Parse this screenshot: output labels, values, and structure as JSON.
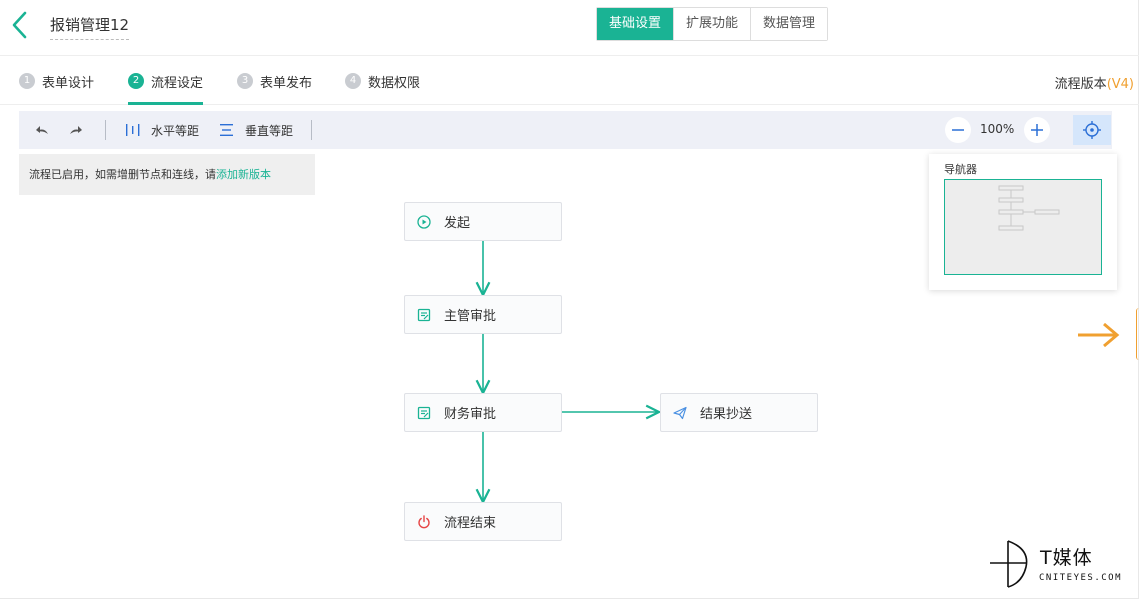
{
  "header": {
    "title": "报销管理12",
    "tabs": [
      {
        "label": "基础设置",
        "active": true
      },
      {
        "label": "扩展功能",
        "active": false
      },
      {
        "label": "数据管理",
        "active": false
      }
    ]
  },
  "steps": [
    {
      "num": "1",
      "label": "表单设计",
      "active": false
    },
    {
      "num": "2",
      "label": "流程设定",
      "active": true
    },
    {
      "num": "3",
      "label": "表单发布",
      "active": false
    },
    {
      "num": "4",
      "label": "数据权限",
      "active": false
    }
  ],
  "version": {
    "label": "流程版本",
    "value": "(V4)"
  },
  "toolbar": {
    "horizontal_label": "水平等距",
    "vertical_label": "垂直等距",
    "zoom": "100%"
  },
  "notice": {
    "text": "流程已启用，如需增删节点和连线，请",
    "link": "添加新版本"
  },
  "navigator": {
    "title": "导航器"
  },
  "flow": {
    "nodes": [
      {
        "id": "start",
        "label": "发起",
        "icon": "play-circle-icon"
      },
      {
        "id": "manager",
        "label": "主管审批",
        "icon": "approval-form-icon"
      },
      {
        "id": "finance",
        "label": "财务审批",
        "icon": "approval-form-icon"
      },
      {
        "id": "cc",
        "label": "结果抄送",
        "icon": "send-plane-icon"
      },
      {
        "id": "end",
        "label": "流程结束",
        "icon": "power-icon"
      }
    ]
  },
  "watermark": {
    "brand": "T媒体",
    "domain": "CNITEYES.COM"
  },
  "colors": {
    "accent": "#1ab394",
    "warning": "#f0a030",
    "end_icon": "#e64545",
    "cc_icon": "#4a90e2"
  }
}
